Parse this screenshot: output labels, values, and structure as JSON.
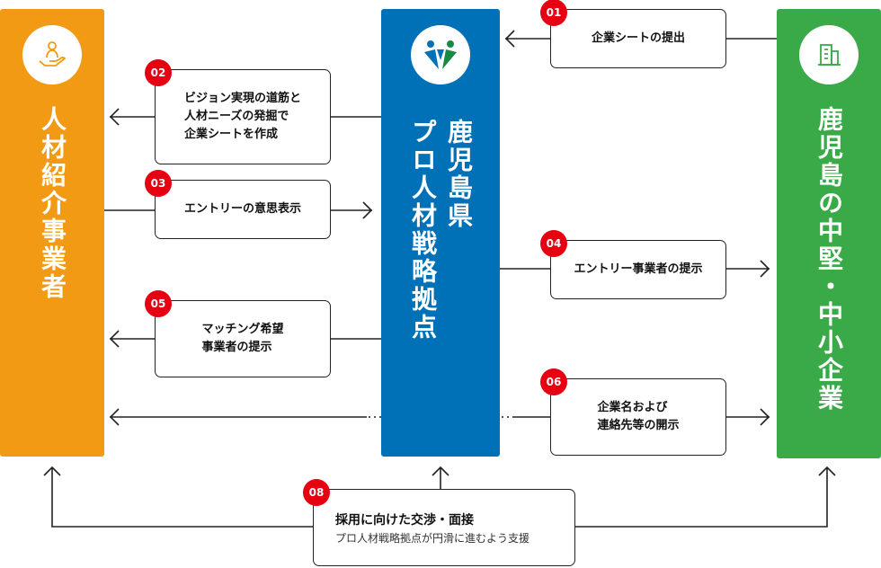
{
  "colors": {
    "agency": "#F29A14",
    "base": "#0071B7",
    "company": "#3AAA49",
    "badge": "#E60012"
  },
  "left": {
    "title": "人材紹介事業者",
    "icon": "hand-person-icon"
  },
  "center": {
    "title_line1": "鹿児島県",
    "title_line2": "プロ人材戦略拠点",
    "icon": "people-logo-icon"
  },
  "right": {
    "title": "鹿児島の中堅・中小企業",
    "icon": "building-icon"
  },
  "steps": [
    {
      "num": "01",
      "text": "企業シートの提出"
    },
    {
      "num": "02",
      "text": "ビジョン実現の道筋と\n人材ニーズの発掘で\n企業シートを作成"
    },
    {
      "num": "03",
      "text": "エントリーの意思表示"
    },
    {
      "num": "04",
      "text": "エントリー事業者の提示"
    },
    {
      "num": "05",
      "text": "マッチング希望\n事業者の提示"
    },
    {
      "num": "06",
      "text": "企業名および\n連絡先等の開示"
    },
    {
      "num": "08",
      "text": "採用に向けた交渉・面接",
      "sub": "プロ人材戦略拠点が円滑に進むよう支援"
    }
  ]
}
